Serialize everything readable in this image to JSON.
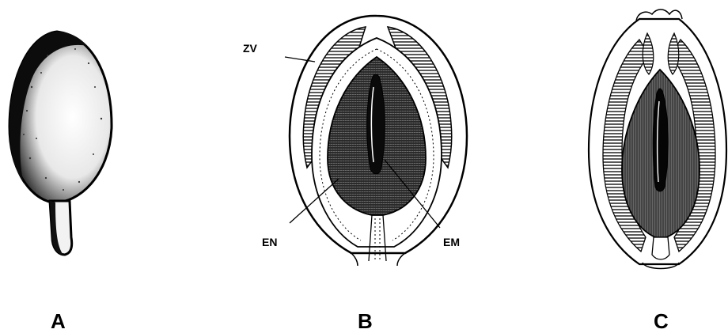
{
  "panels": [
    {
      "letter": "A"
    },
    {
      "letter": "B",
      "labels": {
        "zv": "ZV",
        "en": "EN",
        "em": "EM"
      }
    },
    {
      "letter": "C"
    }
  ],
  "colors": {
    "ink": "#000000",
    "paper": "#ffffff"
  }
}
